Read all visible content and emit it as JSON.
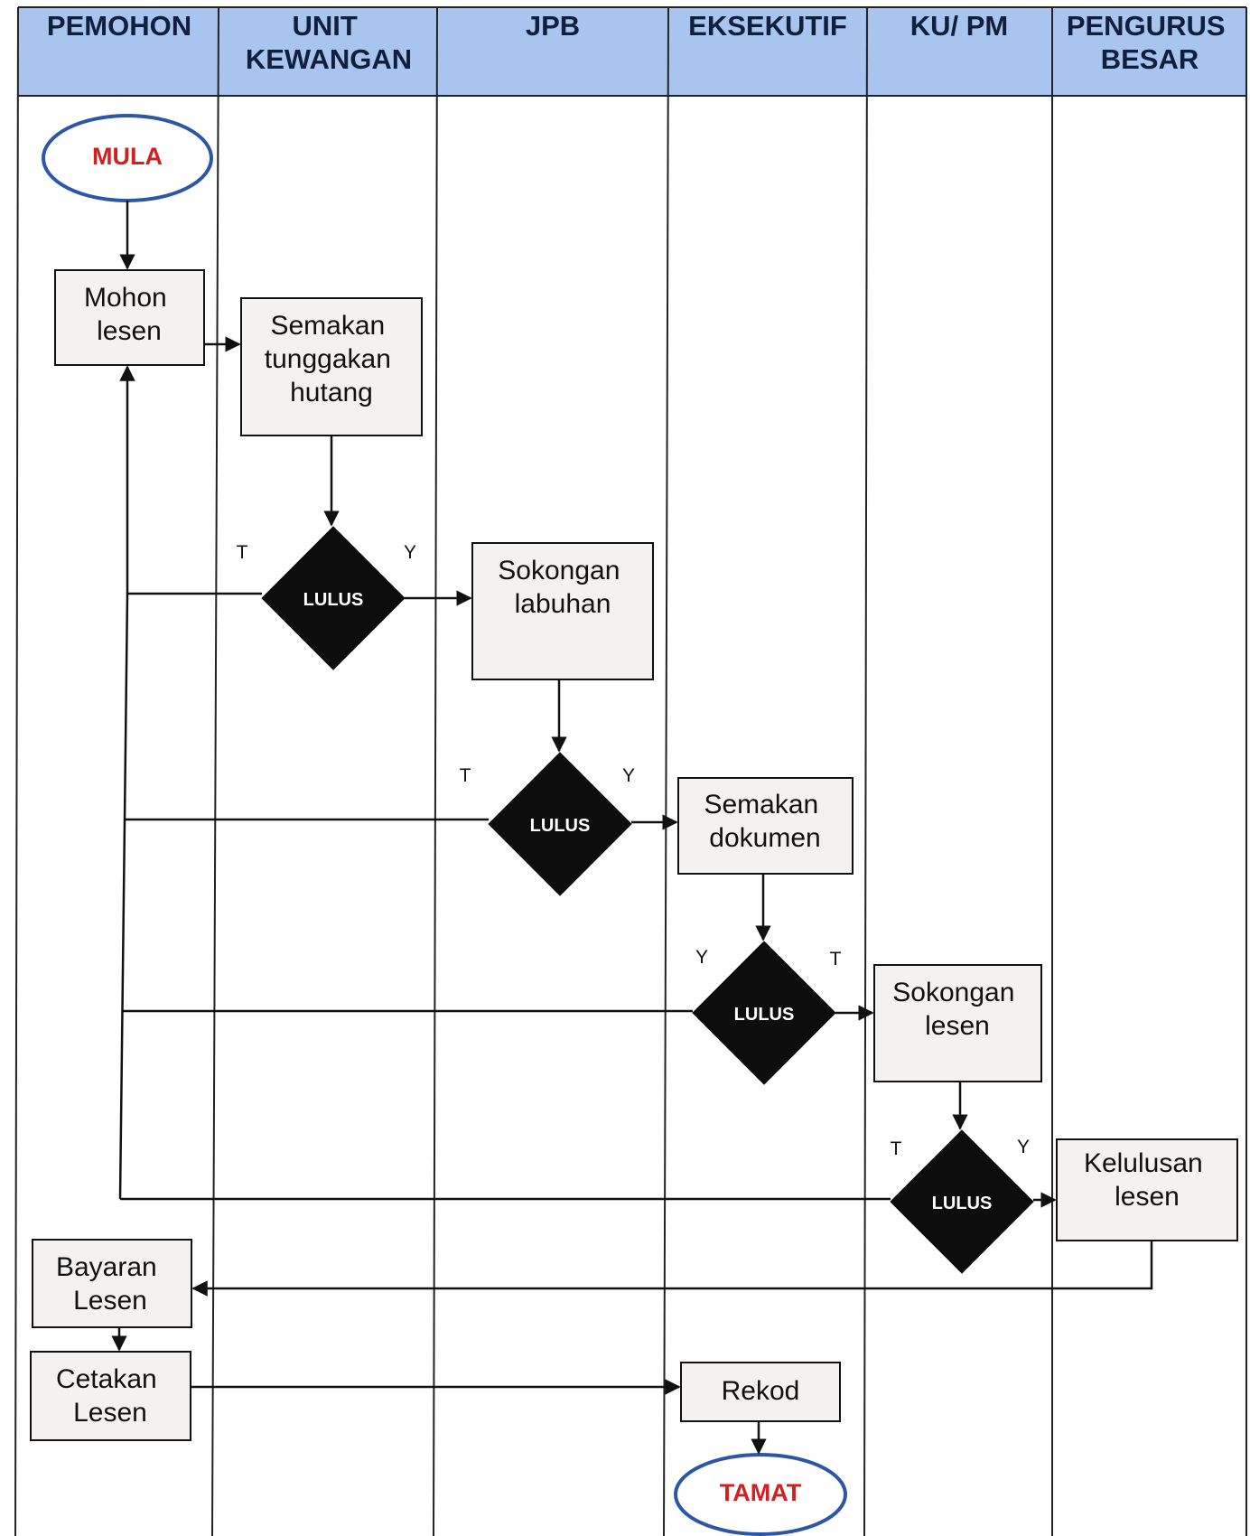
{
  "lanes": [
    {
      "title": [
        "PEMOHON"
      ]
    },
    {
      "title": [
        "UNIT",
        "KEWANGAN"
      ]
    },
    {
      "title": [
        "JPB"
      ]
    },
    {
      "title": [
        "EKSEKUTIF"
      ]
    },
    {
      "title": [
        "KU/ PM"
      ]
    },
    {
      "title": [
        "PENGURUS",
        "BESAR"
      ]
    }
  ],
  "terminals": {
    "start": "MULA",
    "end": "TAMAT"
  },
  "processes": {
    "mohon": [
      "Mohon",
      "lesen"
    ],
    "semakan_hutang": [
      "Semakan",
      "tunggakan",
      "hutang"
    ],
    "sokongan_labuhan": [
      "Sokongan",
      "labuhan"
    ],
    "semakan_dokumen": [
      "Semakan",
      "dokumen"
    ],
    "sokongan_lesen": [
      "Sokongan",
      "lesen"
    ],
    "kelulusan": [
      "Kelulusan",
      "lesen"
    ],
    "bayaran": [
      "Bayaran",
      "Lesen"
    ],
    "cetakan": [
      "Cetakan",
      "Lesen"
    ],
    "rekod": [
      "Rekod"
    ]
  },
  "decisions": {
    "d1": {
      "label": "LULUS",
      "no": "T",
      "yes": "Y"
    },
    "d2": {
      "label": "LULUS",
      "no": "T",
      "yes": "Y"
    },
    "d3": {
      "label": "LULUS",
      "no": "T",
      "yes": "Y"
    },
    "d4": {
      "label": "LULUS",
      "no": "T",
      "yes": "Y"
    }
  },
  "colors": {
    "header_fill": "#a9c4ee",
    "terminal_border": "#2d56a6",
    "terminal_text": "#d21f1f",
    "decision_fill": "#0d0d0d",
    "process_fill": "#f4f1f1"
  }
}
